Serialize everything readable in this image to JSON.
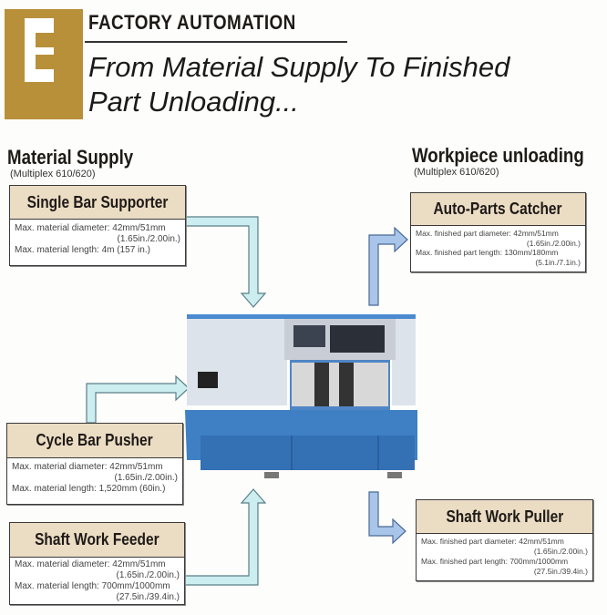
{
  "header": {
    "section_letter": "E",
    "title": "FACTORY AUTOMATION",
    "subtitle_line1": "From Material Supply To Finished",
    "subtitle_line2": "Part Unloading..."
  },
  "material_supply": {
    "heading": "Material Supply",
    "model": "(Multiplex 610/620)",
    "cards": [
      {
        "title": "Single Bar Supporter",
        "lines": [
          "Max. material diameter: 42mm/51mm",
          "(1.65in./2.00in.)",
          "Max. material length: 4m (157 in.)"
        ]
      },
      {
        "title": "Cycle Bar Pusher",
        "lines": [
          "Max. material diameter: 42mm/51mm",
          "(1.65in./2.00in.)",
          "Max. material length: 1,520mm (60in.)"
        ]
      },
      {
        "title": "Shaft Work Feeder",
        "lines": [
          "Max. material diameter: 42mm/51mm",
          "(1.65in./2.00in.)",
          "Max. material length: 700mm/1000mm",
          "(27.5in./39.4in.)"
        ]
      }
    ]
  },
  "workpiece_unloading": {
    "heading": "Workpiece unloading",
    "model": "(Multiplex 610/620)",
    "cards": [
      {
        "title": "Auto-Parts Catcher",
        "lines": [
          "Max. finished part diameter: 42mm/51mm",
          "(1.65in./2.00in.)",
          "Max. finished part length: 130mm/180mm",
          "(5.1in./7.1in.)"
        ]
      },
      {
        "title": "Shaft Work Puller",
        "lines": [
          "Max. finished part diameter: 42mm/51mm",
          "(1.65in./2.00in.)",
          "Max. finished part length: 700mm/1000mm",
          "(27.5in./39.4in.)"
        ]
      }
    ]
  },
  "colors": {
    "accent_gold": "#b8903a",
    "card_header": "#ebdcc4",
    "supply_arrow": "#cdeef0",
    "unload_arrow": "#a9c6ea",
    "machine_blue": "#3f7fc4"
  }
}
